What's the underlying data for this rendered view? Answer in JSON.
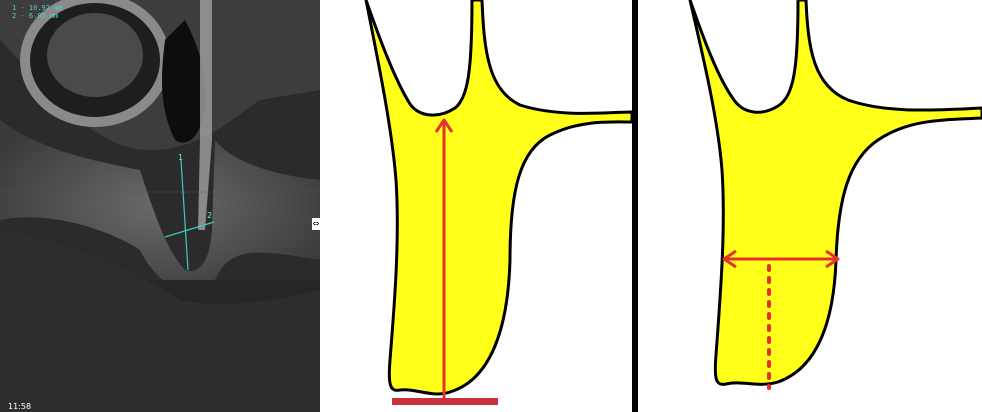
{
  "ct_panel": {
    "measurements": [
      "1 - 10.92 mm",
      "2 - 6.85 mm"
    ],
    "marker_1": "1",
    "marker_2": "2",
    "corner_label": "11:58"
  },
  "diagram": {
    "bone_fill": "#ffff1a",
    "outline": "#000000",
    "measure_color": "#e3312c",
    "base_color": "#c8333b"
  },
  "icons": [
    "caliper-icon"
  ]
}
